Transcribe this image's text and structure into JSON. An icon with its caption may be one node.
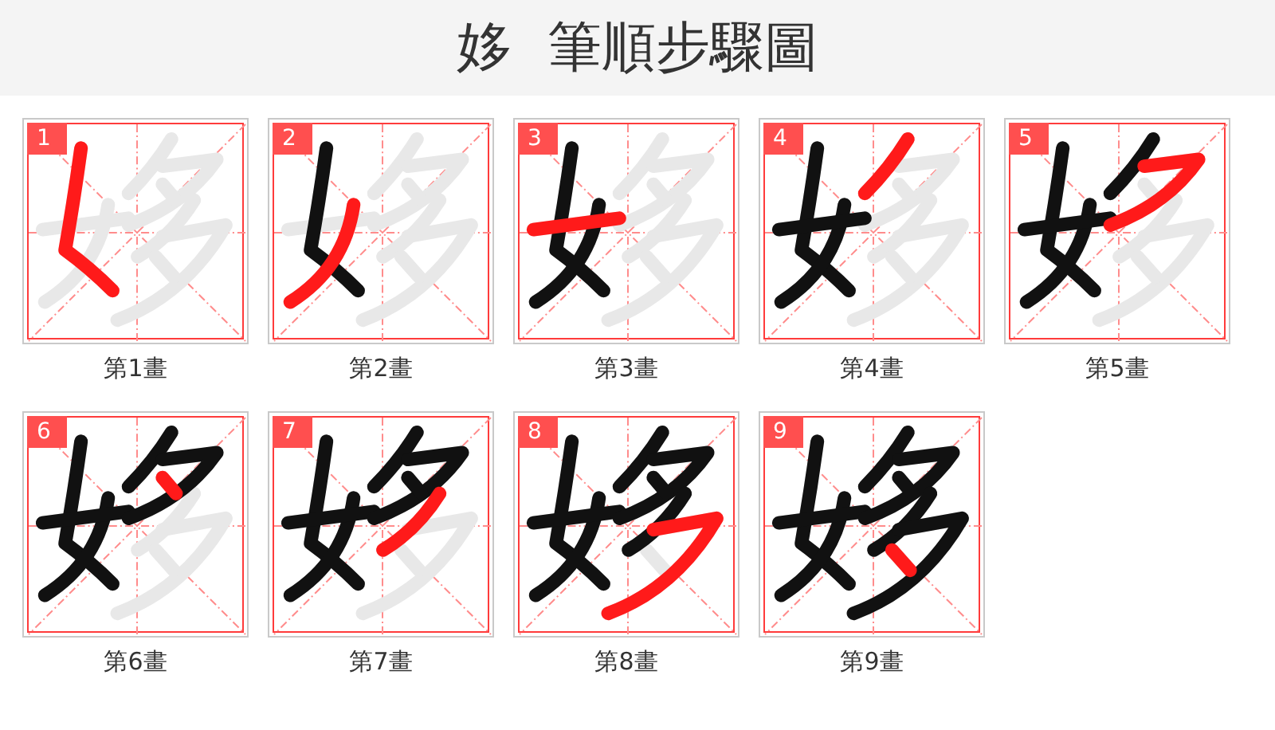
{
  "diagram": {
    "title": "姼 筆順步驟圖",
    "nodes": [
      {
        "text": [
          "1"
        ],
        "beside": [
          "第1畫"
        ]
      },
      {
        "text": [
          "2"
        ],
        "beside": [
          "第2畫"
        ]
      },
      {
        "text": [
          "3"
        ],
        "beside": [
          "第3畫"
        ]
      },
      {
        "text": [
          "4"
        ],
        "beside": [
          "第4畫"
        ]
      },
      {
        "text": [
          "5"
        ],
        "beside": [
          "第5畫"
        ]
      },
      {
        "text": [
          "6"
        ],
        "beside": [
          "第6畫"
        ]
      },
      {
        "text": [
          "7"
        ],
        "beside": [
          "第7畫"
        ]
      },
      {
        "text": [
          "8"
        ],
        "beside": [
          "第8畫"
        ]
      },
      {
        "text": [
          "9"
        ],
        "beside": [
          "第9畫"
        ]
      }
    ]
  }
}
